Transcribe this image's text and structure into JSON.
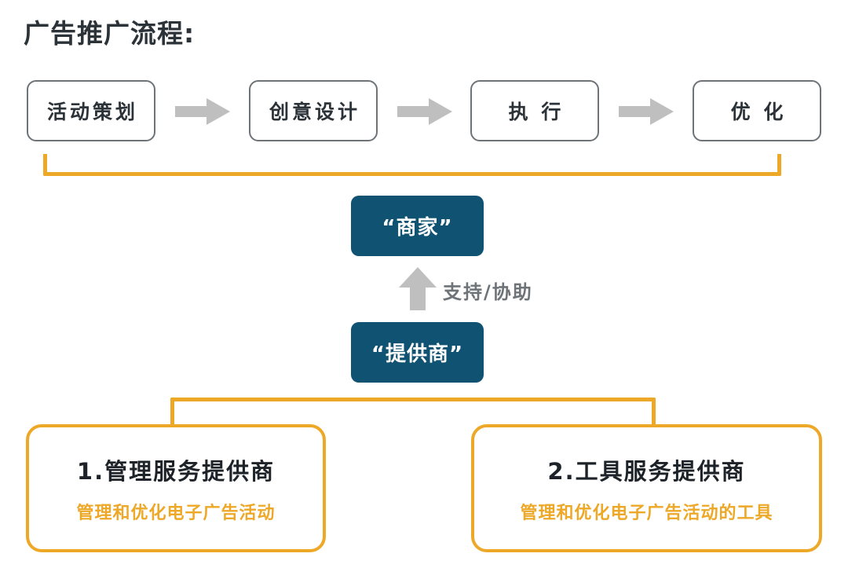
{
  "title": "广告推广流程:",
  "colors": {
    "orange": "#EDA828",
    "dark_blue": "#0F5272",
    "gray_arrow": "#BFBFBF",
    "box_border_gray": "#6E7378",
    "text_dark": "#2B3238"
  },
  "flow": {
    "stages": [
      {
        "label": "活动策划"
      },
      {
        "label": "创意设计"
      },
      {
        "label": "执 行"
      },
      {
        "label": "优 化"
      }
    ],
    "arrow_icon": "right-arrow-icon"
  },
  "roles": {
    "merchant": {
      "label": "“商家”"
    },
    "provider": {
      "label": "“提供商”"
    },
    "relation": {
      "label": "支持/协助",
      "arrow_icon": "up-arrow-icon"
    }
  },
  "provider_types": [
    {
      "title": "1.管理服务提供商",
      "desc": "管理和优化电子广告活动"
    },
    {
      "title": "2.工具服务提供商",
      "desc": "管理和优化电子广告活动的工具"
    }
  ]
}
